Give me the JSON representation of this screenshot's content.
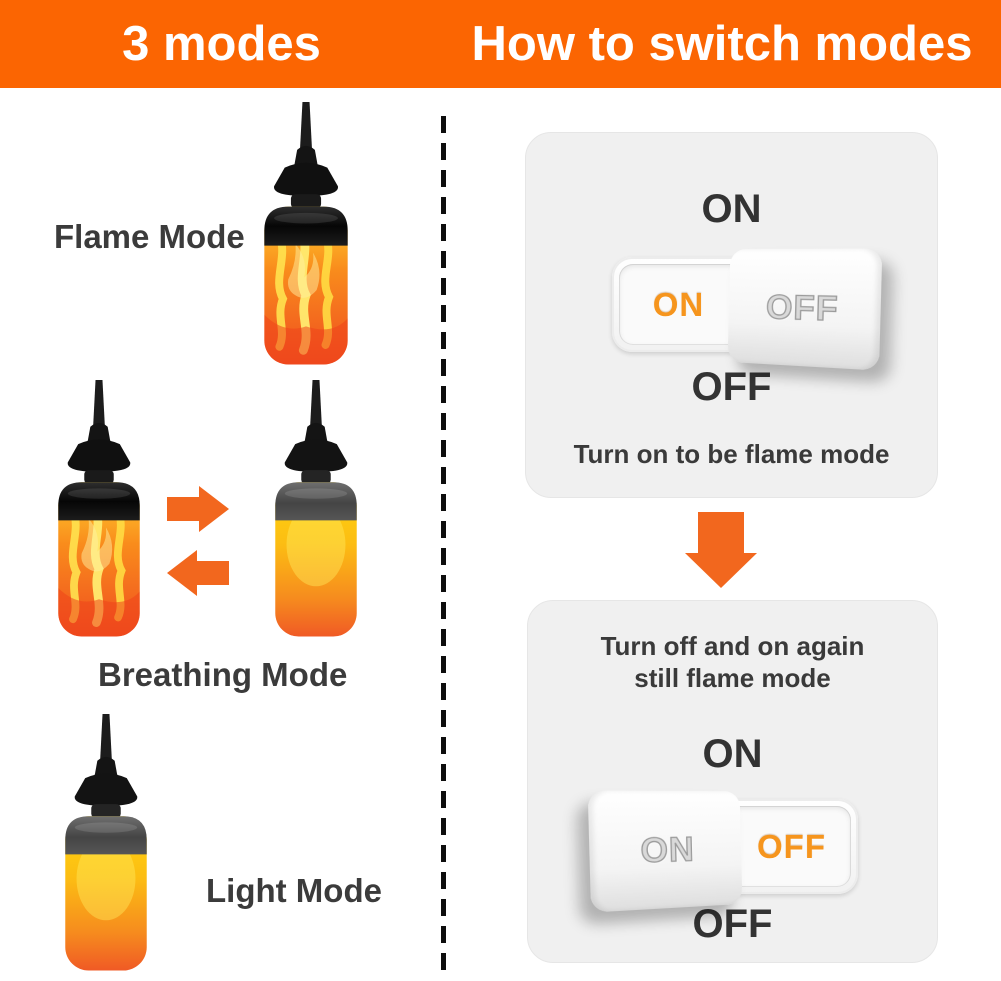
{
  "header": {
    "left_title": "3 modes",
    "right_title": "How to switch modes"
  },
  "modes": {
    "flame": {
      "label": "Flame Mode"
    },
    "breathing": {
      "label": "Breathing Mode"
    },
    "light": {
      "label": "Light Mode"
    }
  },
  "cards": {
    "first": {
      "top_label": "ON",
      "bottom_label": "OFF",
      "caption": "Turn on to be flame mode",
      "switch": {
        "left_label": "ON",
        "right_label": "OFF",
        "highlighted": "left"
      }
    },
    "second": {
      "caption_line1": "Turn off and on again",
      "caption_line2": "still flame mode",
      "top_label": "ON",
      "bottom_label": "OFF",
      "switch": {
        "left_label": "ON",
        "right_label": "OFF",
        "highlighted": "right"
      }
    }
  },
  "colors": {
    "header_bg": "#FB6502",
    "accent_arrow": "#F2671E",
    "switch_active_orange": "#F6951D",
    "card_bg": "#F0F0F0",
    "text_dark": "#3A3A3A"
  }
}
